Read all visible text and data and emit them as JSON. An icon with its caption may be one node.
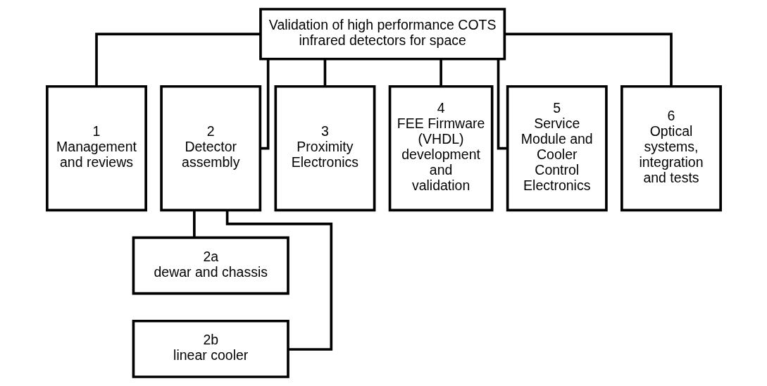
{
  "diagram": {
    "nodes": [
      {
        "text": [
          "Validation of high performance COTS infrared detectors for space"
        ]
      },
      {
        "text": [
          "1",
          "Management and reviews"
        ]
      },
      {
        "text": [
          "2",
          "Detector assembly"
        ]
      },
      {
        "text": [
          "3",
          "Proximity Electronics"
        ]
      },
      {
        "text": [
          "4",
          "FEE Firmware (VHDL) development and validation"
        ]
      },
      {
        "text": [
          "5",
          "Service Module and Cooler Control Electronics"
        ]
      },
      {
        "text": [
          "6",
          "Optical systems, integration and tests"
        ]
      },
      {
        "text": [
          "2a",
          "dewar and chassis"
        ]
      },
      {
        "text": [
          "2b",
          "linear cooler"
        ]
      }
    ],
    "edges": [
      {
        "from": 0,
        "to": 1,
        "arrow": "none"
      },
      {
        "from": 0,
        "to": 2,
        "arrow": "none"
      },
      {
        "from": 0,
        "to": 3,
        "arrow": "none"
      },
      {
        "from": 0,
        "to": 4,
        "arrow": "none"
      },
      {
        "from": 0,
        "to": 5,
        "arrow": "none"
      },
      {
        "from": 0,
        "to": 6,
        "arrow": "none"
      },
      {
        "from": 2,
        "to": 7,
        "arrow": "none"
      },
      {
        "from": 2,
        "to": 8,
        "arrow": "none"
      }
    ]
  }
}
